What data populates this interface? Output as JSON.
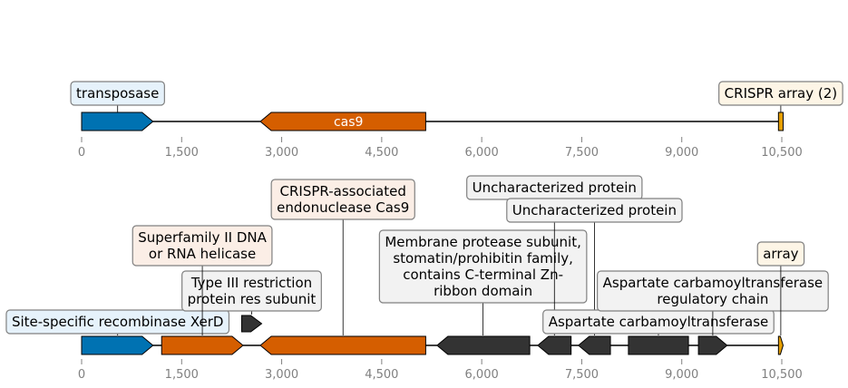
{
  "colors": {
    "blue": "#0072b2",
    "orange": "#d55e00",
    "dark": "#333333",
    "gold": "#e69f00",
    "box_blue": "#e6f2fb",
    "box_orange": "#fbeee6",
    "box_gray": "#f2f2f2",
    "box_cream": "#fdf5e6",
    "box_edge": "#808080",
    "tick": "#808080"
  },
  "axis": {
    "ticks": [
      "0",
      "1,500",
      "3,000",
      "4,500",
      "6,000",
      "7,500",
      "9,000",
      "10,500"
    ],
    "tick_values": [
      0,
      1500,
      3000,
      4500,
      6000,
      7500,
      9000,
      10500
    ],
    "range": [
      0,
      10500
    ]
  },
  "track_top": {
    "features": [
      {
        "name": "transposase-feature",
        "start": 0,
        "end": 1070,
        "strand": 1,
        "color": "blue",
        "label": ""
      },
      {
        "name": "cas9-feature",
        "start": 2680,
        "end": 5160,
        "strand": -1,
        "color": "orange",
        "label": "cas9"
      },
      {
        "name": "crispr-array-feature",
        "start": 10450,
        "end": 10520,
        "strand": 0,
        "color": "gold",
        "label": ""
      }
    ],
    "callouts": [
      {
        "name": "callout-transposase",
        "text": [
          "transposase"
        ],
        "anchor": 540,
        "fill": "box_blue"
      },
      {
        "name": "callout-crispr-array-2",
        "text": [
          "CRISPR array (2)"
        ],
        "anchor": 10485,
        "fill": "box_cream"
      }
    ]
  },
  "track_bottom": {
    "features": [
      {
        "name": "xerd-feature",
        "start": 0,
        "end": 1070,
        "strand": 1,
        "color": "blue"
      },
      {
        "name": "helicase-feature",
        "start": 1200,
        "end": 2420,
        "strand": 1,
        "color": "orange"
      },
      {
        "name": "cas9-feature",
        "start": 2680,
        "end": 5160,
        "strand": -1,
        "color": "orange"
      },
      {
        "name": "membrane-protease-feature",
        "start": 5330,
        "end": 6720,
        "strand": -1,
        "color": "dark"
      },
      {
        "name": "uncharacterized-1-feature",
        "start": 6840,
        "end": 7340,
        "strand": -1,
        "color": "dark"
      },
      {
        "name": "uncharacterized-2-feature",
        "start": 7450,
        "end": 7930,
        "strand": -1,
        "color": "dark"
      },
      {
        "name": "aspartate-carbamoyltransferase-feature",
        "start": 8200,
        "end": 9100,
        "strand": 0,
        "color": "dark"
      },
      {
        "name": "aspartate-regulatory-feature",
        "start": 9250,
        "end": 9680,
        "strand": 1,
        "color": "dark"
      },
      {
        "name": "array-feature",
        "start": 10450,
        "end": 10520,
        "strand": 1,
        "color": "gold"
      }
    ],
    "restriction_feature": {
      "name": "restriction-feature",
      "start": 2400,
      "end": 2700,
      "strand": 1,
      "color": "dark"
    },
    "callouts": [
      {
        "name": "callout-xerd",
        "text": [
          "Site-specific recombinase XerD"
        ],
        "anchor": 540,
        "fill": "box_blue",
        "level": 0
      },
      {
        "name": "callout-type-iii",
        "text": [
          "Type III restriction",
          "protein res subunit"
        ],
        "anchor": 2550,
        "fill": "box_gray",
        "level": 1
      },
      {
        "name": "callout-helicase",
        "text": [
          "Superfamily II DNA",
          "or RNA helicase"
        ],
        "anchor": 1810,
        "fill": "box_orange",
        "level": 2
      },
      {
        "name": "callout-cas9-endonuclease",
        "text": [
          "CRISPR-associated",
          "endonuclease Cas9"
        ],
        "anchor": 3920,
        "fill": "box_orange",
        "level": 4
      },
      {
        "name": "callout-membrane-protease",
        "text": [
          "Membrane protease subunit,",
          "stomatin/prohibitin family,",
          "contains C-terminal Zn-",
          "ribbon domain"
        ],
        "anchor": 6020,
        "fill": "box_gray",
        "level": 3
      },
      {
        "name": "callout-uncharacterized-1",
        "text": [
          "Uncharacterized protein"
        ],
        "anchor": 7090,
        "fill": "box_gray",
        "level": 5
      },
      {
        "name": "callout-uncharacterized-2",
        "text": [
          "Uncharacterized protein"
        ],
        "anchor": 7690,
        "fill": "box_gray",
        "level": 6
      },
      {
        "name": "callout-aspartate",
        "text": [
          "Aspartate carbamoyltransferase"
        ],
        "anchor": 8650,
        "fill": "box_gray",
        "level": 0
      },
      {
        "name": "callout-aspartate-regulatory",
        "text": [
          "Aspartate carbamoyltransferase",
          "regulatory chain"
        ],
        "anchor": 9465,
        "fill": "box_gray",
        "level": 1
      },
      {
        "name": "callout-array",
        "text": [
          "array"
        ],
        "anchor": 10485,
        "fill": "box_cream",
        "level": 2
      }
    ]
  }
}
